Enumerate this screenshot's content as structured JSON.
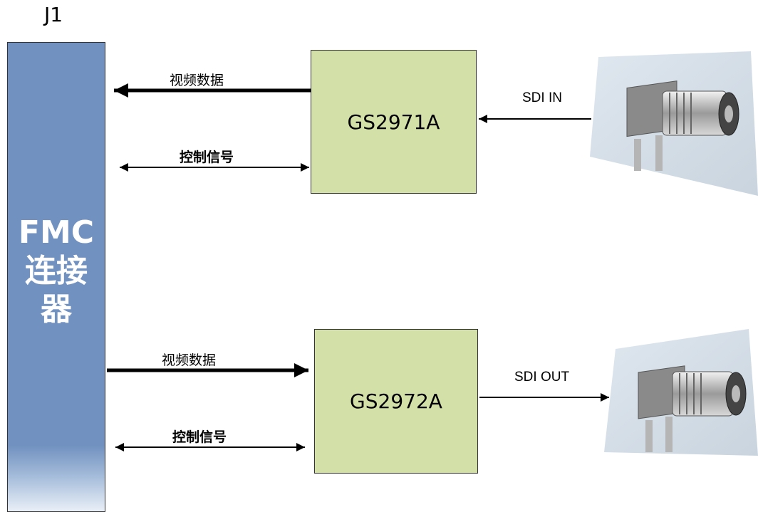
{
  "connector": {
    "ref": "J1",
    "label": "FMC\n连接\n器"
  },
  "receiver": {
    "chip": "GS2971A",
    "video_label": "视频数据",
    "control_label": "控制信号",
    "sdi_label": "SDI IN"
  },
  "transmitter": {
    "chip": "GS2972A",
    "video_label": "视频数据",
    "control_label": "控制信号",
    "sdi_label": "SDI OUT"
  },
  "colors": {
    "connector_fill": "#7191c0",
    "chip_fill": "#d3e0a8",
    "line": "#000000"
  },
  "icons": {
    "sdi_in_photo": "bnc-connector-icon",
    "sdi_out_photo": "bnc-connector-icon"
  }
}
